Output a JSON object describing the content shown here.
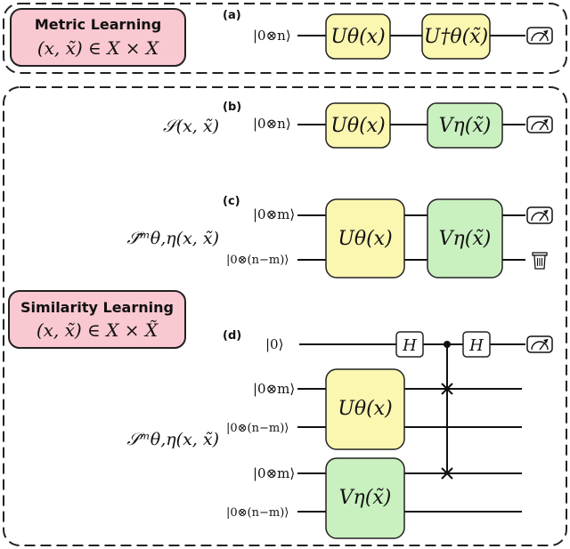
{
  "panels": {
    "a": "(a)",
    "b": "(b)",
    "c": "(c)",
    "d": "(d)"
  },
  "metric_box": {
    "title": "Metric Learning",
    "math": "(x, x̃) ∈ X × X"
  },
  "similarity_box": {
    "title": "Similarity Learning",
    "math": "(x, x̃) ∈ X × X̃"
  },
  "kets": {
    "n": "|0⊗n⟩",
    "m": "|0⊗m⟩",
    "n_minus_m": "|0⊗(n−m)⟩",
    "zero": "|0⟩"
  },
  "functions": {
    "b": "𝒮(x, x̃)",
    "c": "𝒮̃ᵐθ,η(x, x̃)",
    "d": "𝒮ᵐθ,η(x, x̃)"
  },
  "gates": {
    "u": "Uθ(x)",
    "u_dagger": "U†θ(x̃)",
    "v": "Vη(x̃)",
    "h": "H"
  },
  "icons": {
    "measure": "measurement-meter-icon",
    "trash": "trash-icon"
  },
  "colors": {
    "label_box": "#f9c8d0",
    "gate_u": "#fbf6b0",
    "gate_v": "#c9f0bf"
  }
}
